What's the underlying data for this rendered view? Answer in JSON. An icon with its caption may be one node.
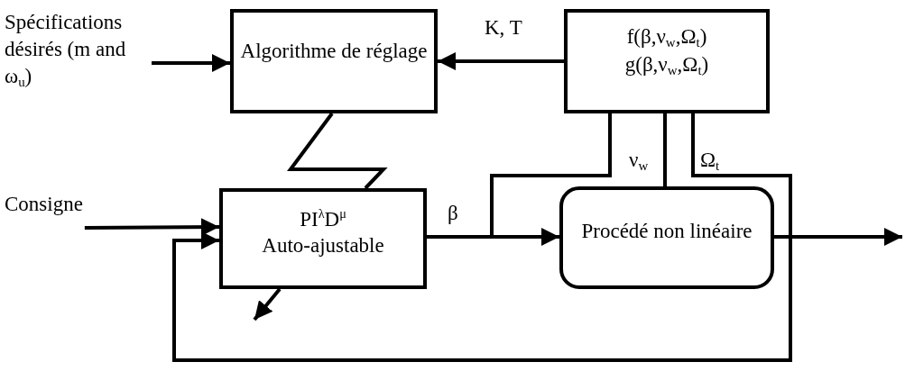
{
  "diagram": {
    "nodes": [
      {
        "text": [
          "Spécifications désirés (m and ω$_{u}$)"
        ]
      },
      {
        "text": [
          "Algorithme de réglage"
        ]
      },
      {
        "text": [
          "f(β,ν$_{w}$,Ω$_{t}$)",
          "g(β,ν$_{w}$,Ω$_{t}$)"
        ]
      },
      {
        "text": [
          "Consigne"
        ]
      },
      {
        "text": [
          "PI$^{λ}$D$^{μ}$",
          "Auto-ajustable"
        ]
      },
      {
        "text": [
          "Procédé non linéaire"
        ]
      }
    ],
    "edges": [
      {
        "from": 0,
        "to": 1,
        "arrow": "to"
      },
      {
        "from": 2,
        "to": 1,
        "arrow": "to",
        "label": "K, T"
      },
      {
        "from": 1,
        "to": 4,
        "arrow": "none"
      },
      {
        "from": 3,
        "to": 4,
        "arrow": "to"
      },
      {
        "from": 4,
        "to": 5,
        "arrow": "to",
        "label": "β"
      },
      {
        "from": 4,
        "to": 2,
        "arrow": "to"
      },
      {
        "from": 5,
        "to": 2,
        "arrow": "to",
        "label": "ν$_{w}$"
      },
      {
        "from": 5,
        "to": 2,
        "arrow": "to",
        "label": "Ω$_{t}$"
      },
      {
        "from": 5,
        "to": null,
        "arrow": "to"
      },
      {
        "from": 5,
        "to": 4,
        "arrow": "to"
      },
      {
        "from": 4,
        "to": null,
        "arrow": "to"
      }
    ]
  }
}
